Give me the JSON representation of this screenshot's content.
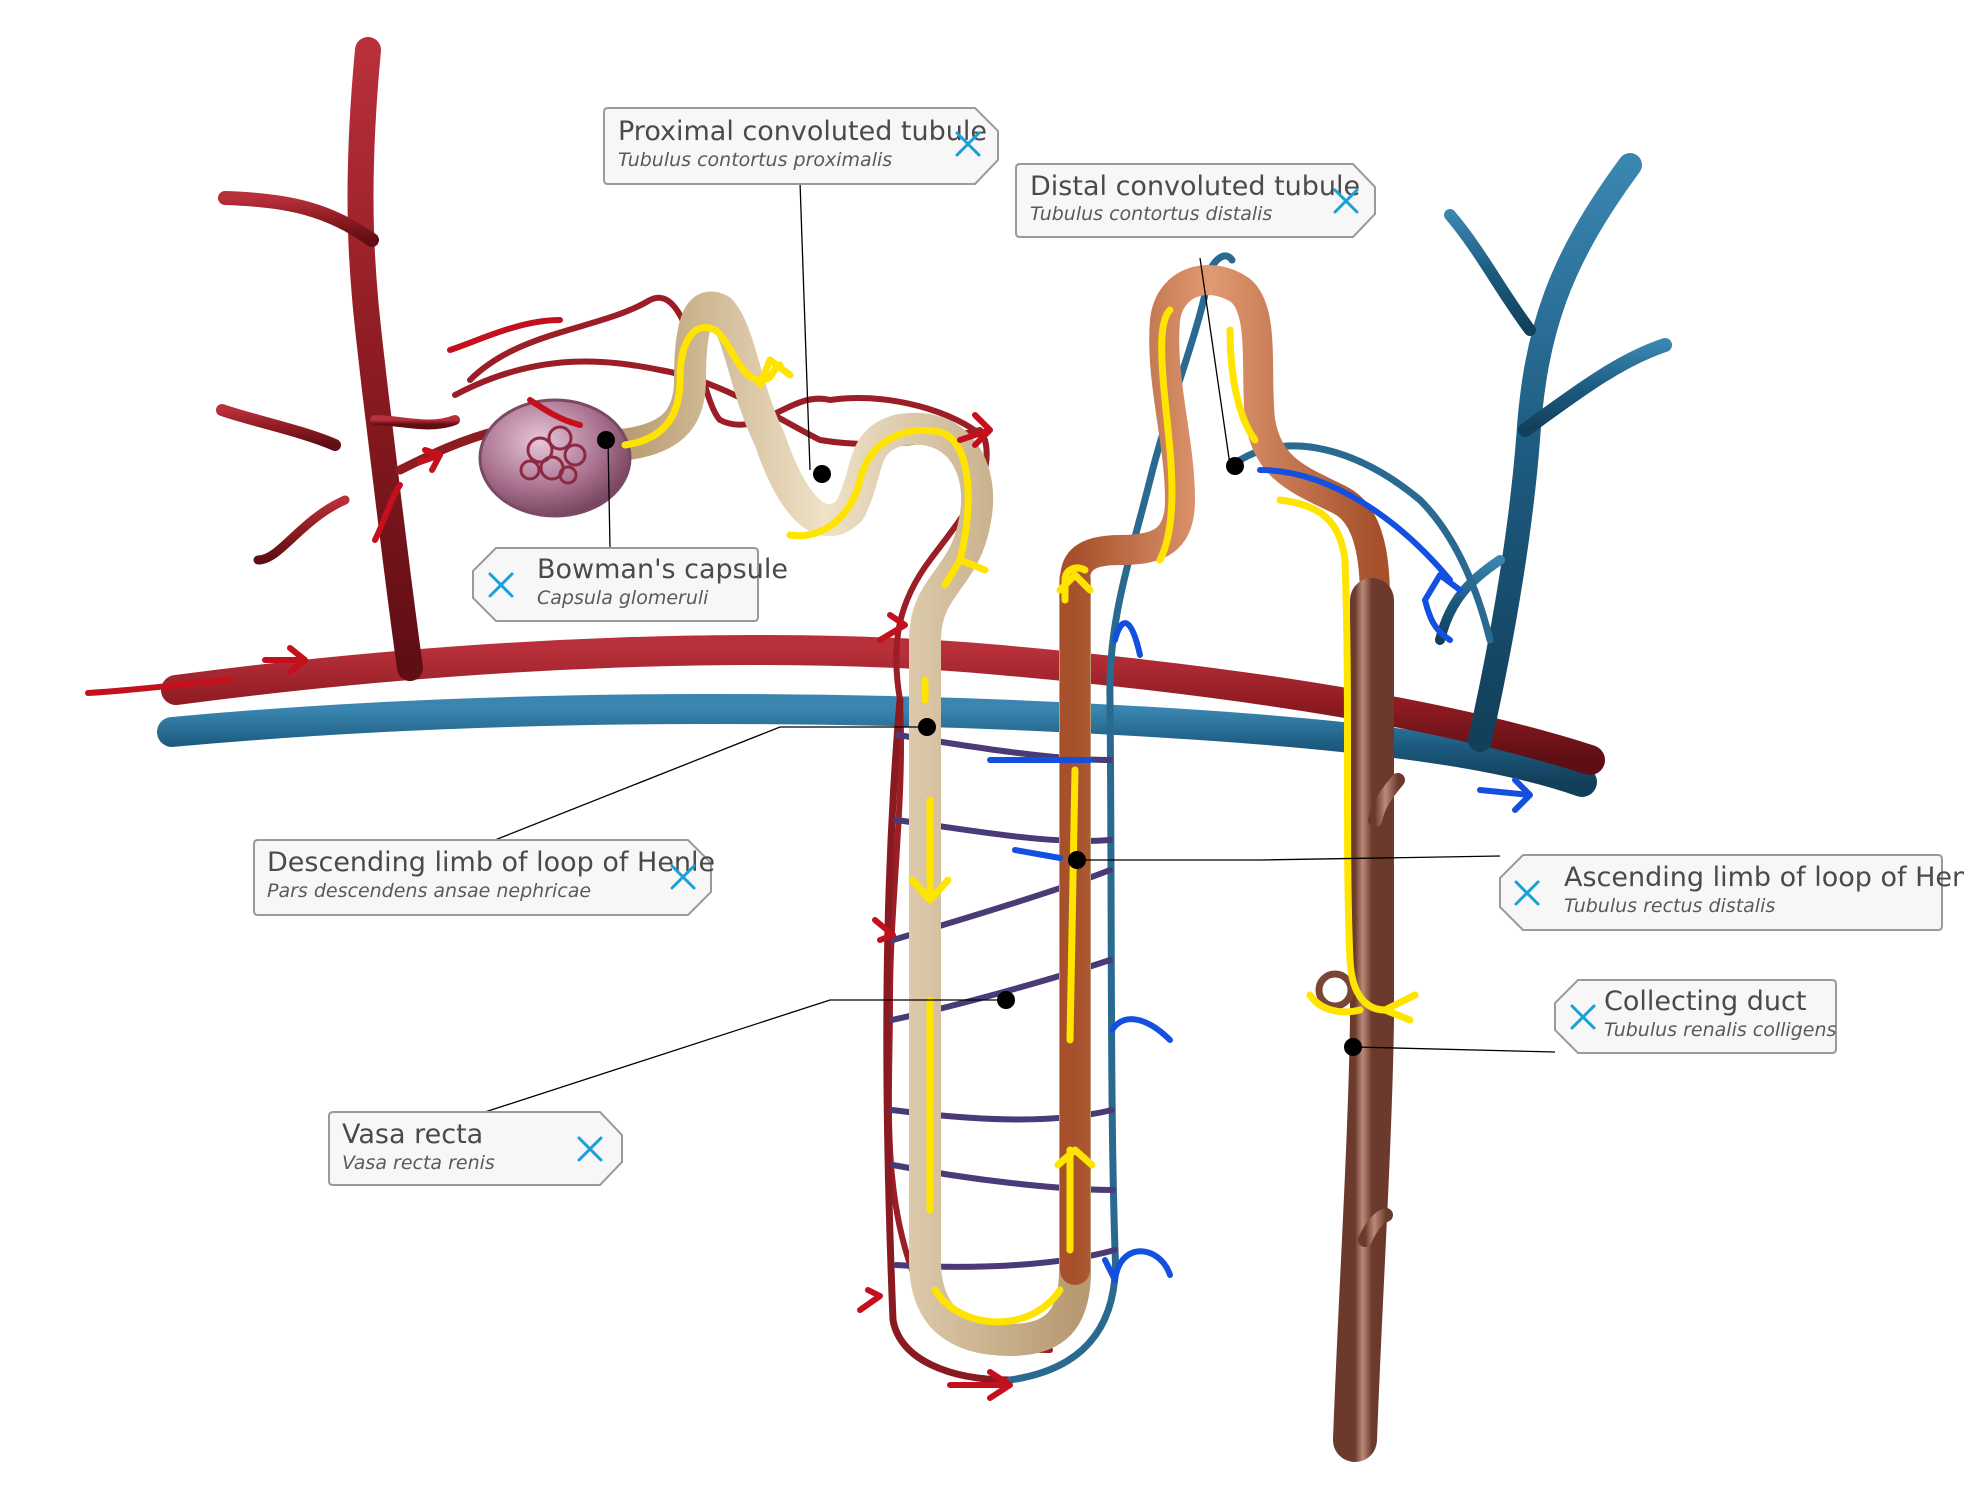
{
  "labels": {
    "pct": {
      "name": "Proximal convoluted tubule",
      "latin": "Tubulus contortus proximalis"
    },
    "dct": {
      "name": "Distal convoluted tubule",
      "latin": "Tubulus contortus distalis"
    },
    "bow": {
      "name": "Bowman's capsule",
      "latin": "Capsula glomeruli"
    },
    "desc": {
      "name": "Descending limb of loop of Henle",
      "latin": "Pars descendens ansae nephricae"
    },
    "asc": {
      "name": "Ascending limb of loop of Henle",
      "latin": "Tubulus rectus distalis"
    },
    "cd": {
      "name": "Collecting duct",
      "latin": "Tubulus renalis colligens"
    },
    "vr": {
      "name": "Vasa recta",
      "latin": "Vasa recta renis"
    }
  },
  "colors": {
    "artery": "#8e1b22",
    "arteryArrow": "#c4101c",
    "vein": "#1d5b80",
    "veinArrow": "#1450e0",
    "filtrateArrow": "#ffe400",
    "tubuleProximal": "#d9c7a4",
    "tubuleDistal": "#c56a3e",
    "collectingDuct": "#8a5444",
    "capsule": "#9c6b8a",
    "closeIcon": "#1aa0d8"
  }
}
